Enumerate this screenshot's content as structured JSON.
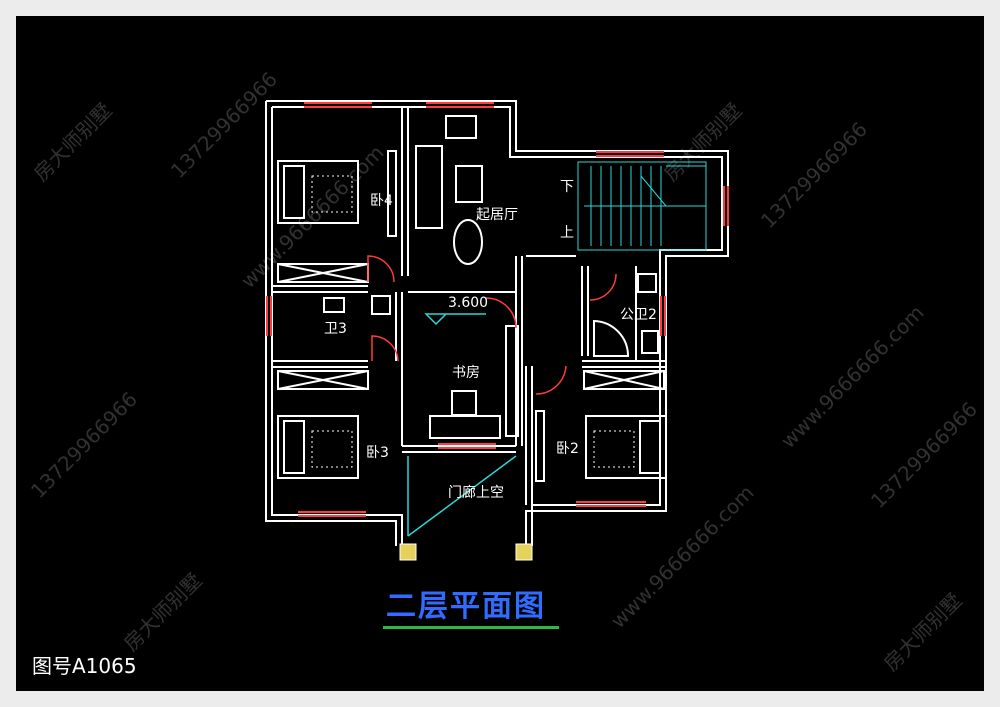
{
  "rooms": {
    "bedroom4": "卧4",
    "living": "起居厅",
    "bath3": "卫3",
    "level": "3.600",
    "bath2": "公卫2",
    "study": "书房",
    "bedroom3": "卧3",
    "bedroom2": "卧2",
    "porch": "门廊上空"
  },
  "stairs": {
    "down": "下",
    "up": "上"
  },
  "title": "二层平面图",
  "drawing_no": "图号A1065",
  "watermark": {
    "brand": "房大师别墅",
    "phone": "13729966966",
    "site": "www.9666666.com"
  },
  "colors": {
    "wall": "#ffffff",
    "window": "#ff3b3b",
    "accent": "#2cd7d7",
    "title": "#2f6cff",
    "underline": "#2db84a"
  }
}
